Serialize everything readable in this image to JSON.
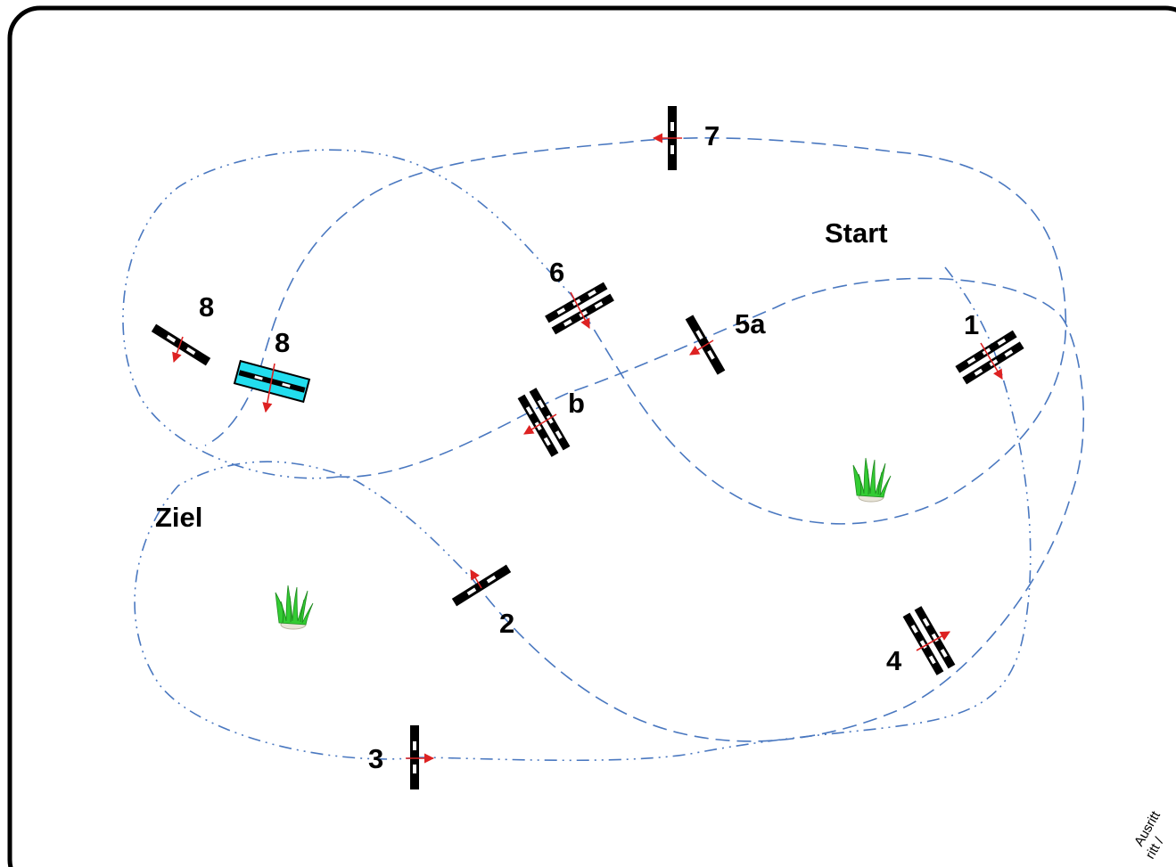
{
  "title": "",
  "labels": {
    "start": "Start",
    "finish": "Ziel",
    "corner_line1": "Ausritt",
    "corner_line2": "ritt /"
  },
  "obstacles": [
    {
      "id": "1",
      "label": "1"
    },
    {
      "id": "2",
      "label": "2"
    },
    {
      "id": "3",
      "label": "3"
    },
    {
      "id": "4",
      "label": "4"
    },
    {
      "id": "5a",
      "label": "5a"
    },
    {
      "id": "5b",
      "label": "b"
    },
    {
      "id": "6",
      "label": "6"
    },
    {
      "id": "7",
      "label": "7"
    },
    {
      "id": "8a",
      "label": "8"
    },
    {
      "id": "8b",
      "label": "8"
    }
  ],
  "colors": {
    "border": "#000000",
    "route": "#4a78c0",
    "arrow": "#dd2222",
    "water_fill": "#22ddee",
    "plant": "#33cc33"
  },
  "icons": [
    "plant-icon",
    "plant-icon"
  ]
}
